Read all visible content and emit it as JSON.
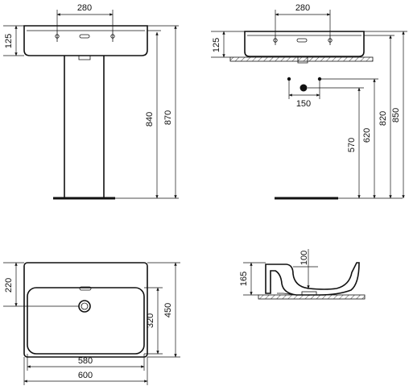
{
  "front_view": {
    "tap_spacing": "280",
    "basin_height": "125",
    "basin_rim_height": "840",
    "overall_height": "870"
  },
  "side_view": {
    "tap_spacing": "280",
    "basin_height": "125",
    "waste_offset": "150",
    "waste_height": "570",
    "supply_height": "620",
    "rim_height": "820",
    "overall_height": "850"
  },
  "plan_view": {
    "tap_hole_offset": "220",
    "bowl_depth": "320",
    "overall_depth": "450",
    "bowl_width": "580",
    "overall_width": "600"
  },
  "section_view": {
    "bowl_depth": "100",
    "overall_height": "165"
  }
}
